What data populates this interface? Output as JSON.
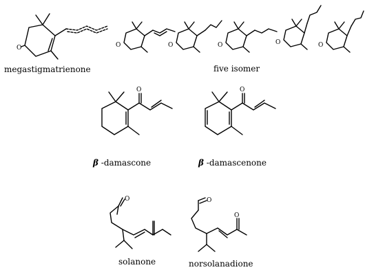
{
  "atoms": {
    "oxygen": "O"
  },
  "labels": {
    "megastigmatrienone": "megastigmatrienone",
    "five_isomer": "five isomer",
    "beta_symbol": "β",
    "damascone": " -damascone",
    "damascenone": " -damascenone",
    "solanone": "solanone",
    "norsolanadione": "norsolanadione"
  }
}
